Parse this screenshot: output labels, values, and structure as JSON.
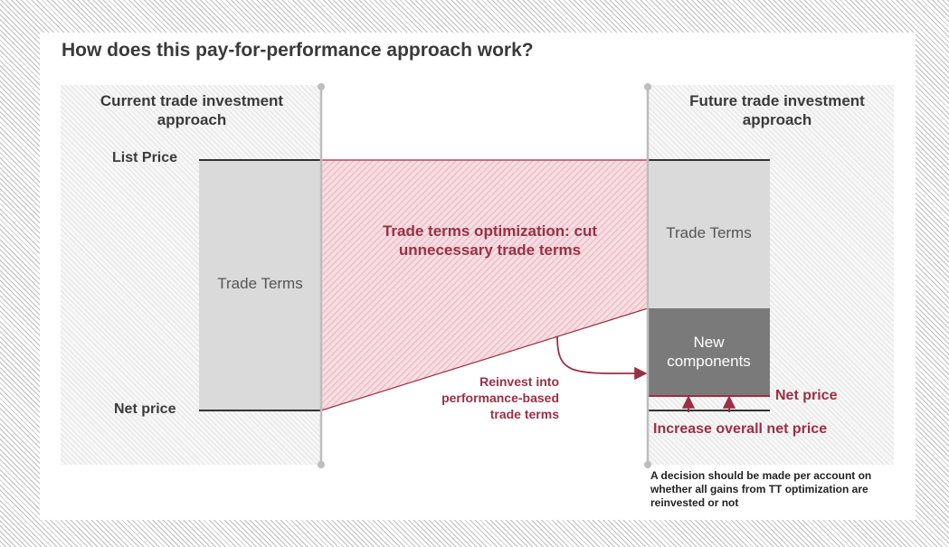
{
  "title": "How does this pay-for-performance approach work?",
  "current": {
    "heading": "Current trade investment approach",
    "block_label": "Trade Terms"
  },
  "future": {
    "heading": "Future trade investment approach",
    "trade_terms_label": "Trade Terms",
    "new_components_label": "New components"
  },
  "labels": {
    "list_price": "List Price",
    "net_price": "Net price",
    "net_price_new": "Net price"
  },
  "optimization_text": "Trade terms optimization: cut unnecessary trade terms",
  "reinvest_text": "Reinvest into performance-based trade terms",
  "increase_text": "Increase overall net price",
  "note_text": "A decision should be made per account on whether all gains from TT optimization are reinvested or not",
  "colors": {
    "accent": "#9b2f45",
    "light_block": "#dadada",
    "dark_block": "#7a7a7a",
    "divider": "#bdbdbd"
  }
}
